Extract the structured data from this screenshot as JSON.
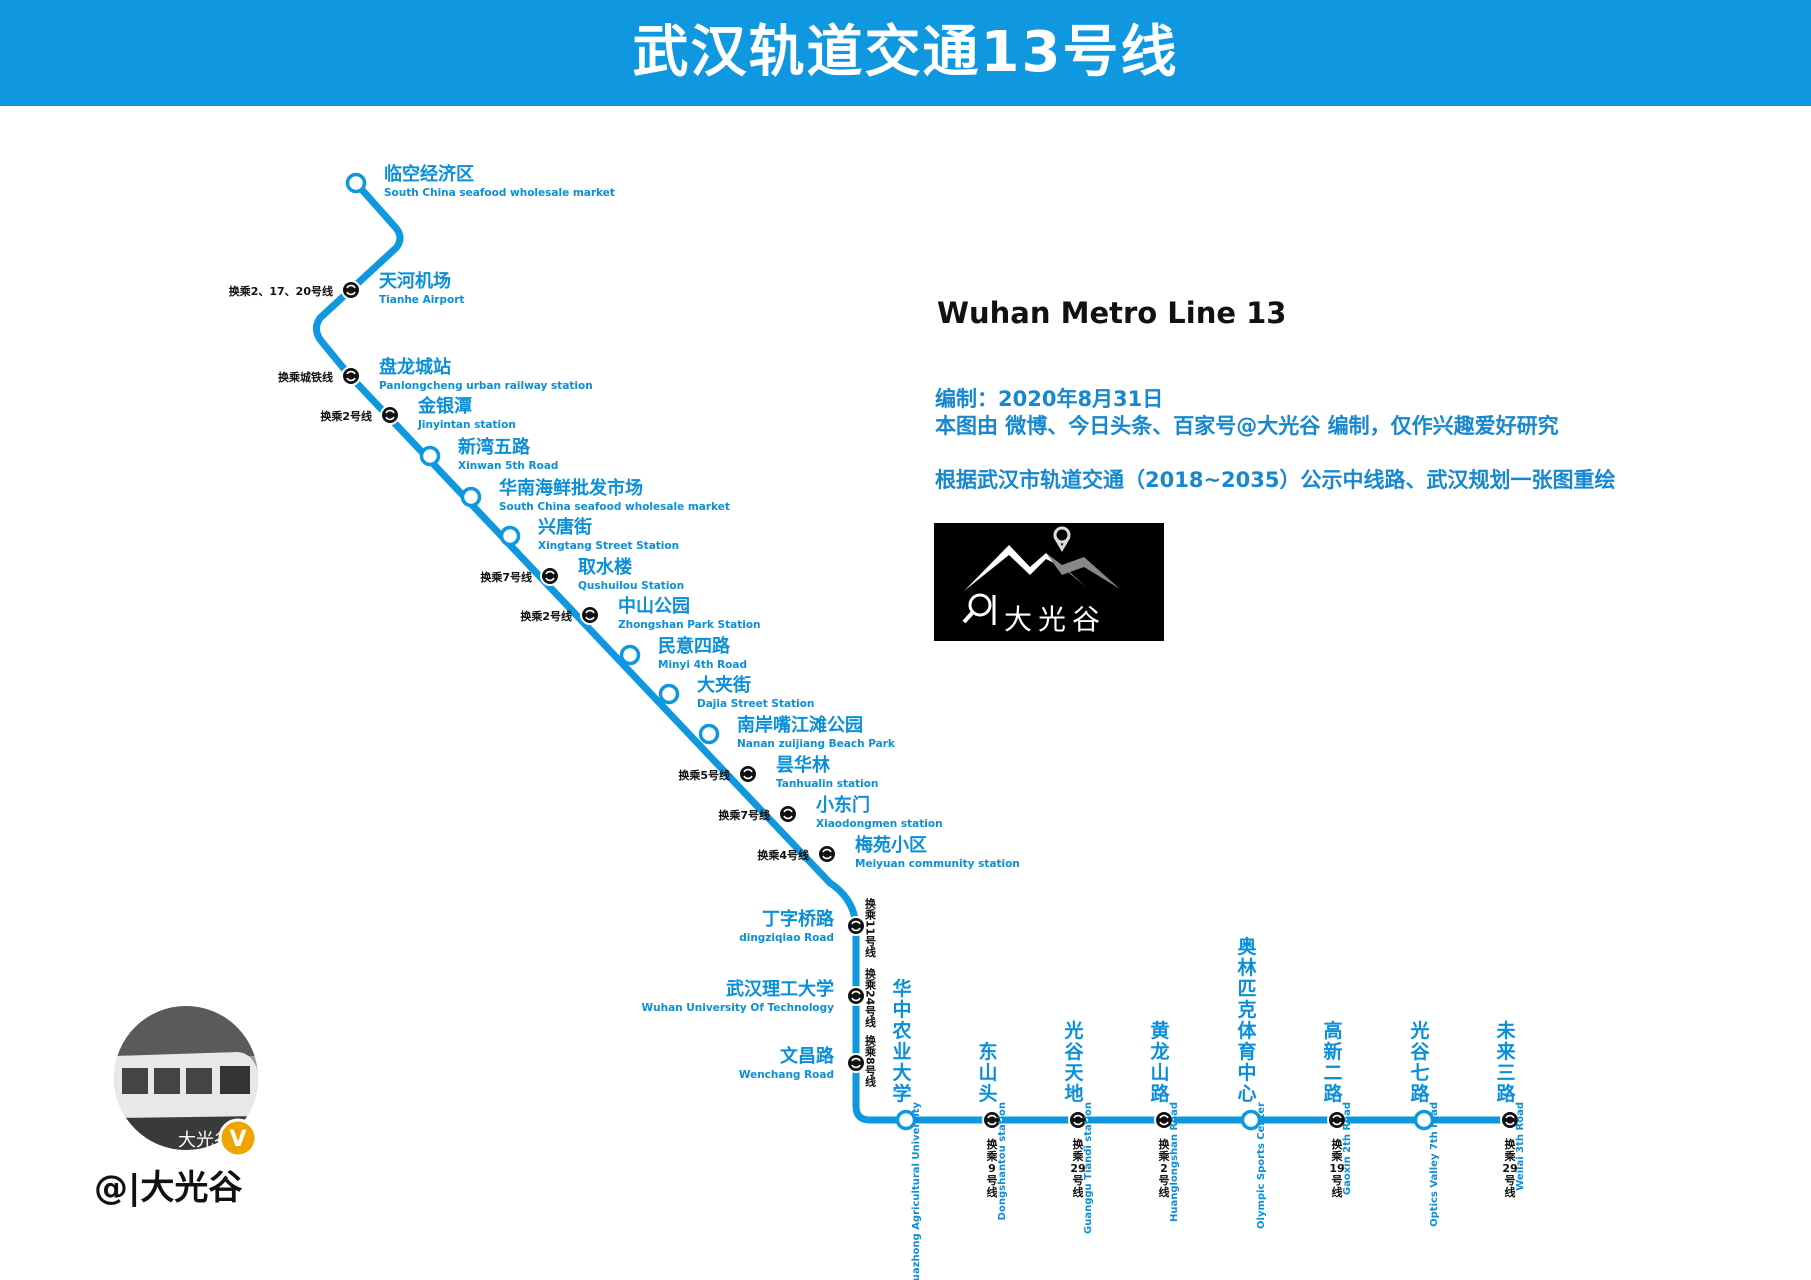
{
  "title": "武汉轨道交通13号线",
  "colors": {
    "accent": "#0f97df",
    "line": "#0f97df",
    "text_blue": "#0a8fd8"
  },
  "info": {
    "heading": "Wuhan Metro Line 13",
    "line1": "编制：2020年8月31日",
    "line2": "本图由 微博、今日头条、百家号@大光谷 编制，仅作兴趣爱好研究",
    "line3": "根据武汉市轨道交通（2018~2035）公示中线路、武汉规划一张图重绘"
  },
  "logo": {
    "text": "大光谷",
    "icon": "search-icon"
  },
  "avatar": {
    "handle": "@|大光谷",
    "badge": "V",
    "caption": "大光谷"
  },
  "stations_diag": [
    {
      "zh": "临空经济区",
      "en": "South China seafood wholesale market",
      "transfer": ""
    },
    {
      "zh": "天河机场",
      "en": "Tianhe Airport",
      "transfer": "换乘2、17、20号线"
    },
    {
      "zh": "盘龙城站",
      "en": "Panlongcheng urban railway station",
      "transfer": "换乘城铁线"
    },
    {
      "zh": "金银潭",
      "en": "Jinyintan station",
      "transfer": "换乘2号线"
    },
    {
      "zh": "新湾五路",
      "en": "Xinwan 5th Road",
      "transfer": ""
    },
    {
      "zh": "华南海鲜批发市场",
      "en": "South China seafood wholesale market",
      "transfer": ""
    },
    {
      "zh": "兴唐街",
      "en": "Xingtang Street Station",
      "transfer": ""
    },
    {
      "zh": "取水楼",
      "en": "Qushuilou Station",
      "transfer": "换乘7号线"
    },
    {
      "zh": "中山公园",
      "en": "Zhongshan Park Station",
      "transfer": "换乘2号线"
    },
    {
      "zh": "民意四路",
      "en": "Minyi 4th Road",
      "transfer": ""
    },
    {
      "zh": "大夹街",
      "en": "Dajia Street Station",
      "transfer": ""
    },
    {
      "zh": "南岸嘴江滩公园",
      "en": "Nanan zuijiang Beach Park",
      "transfer": ""
    },
    {
      "zh": "昙华林",
      "en": "Tanhualin station",
      "transfer": "换乘5号线"
    },
    {
      "zh": "小东门",
      "en": "Xiaodongmen station",
      "transfer": "换乘7号线"
    },
    {
      "zh": "梅苑小区",
      "en": "Meiyuan community station",
      "transfer": "换乘4号线"
    }
  ],
  "stations_vert": [
    {
      "zh": "丁字桥路",
      "en": "dingziqiao Road",
      "transfer": "换乘11号线"
    },
    {
      "zh": "武汉理工大学",
      "en": "Wuhan University Of Technology",
      "transfer": "换乘24号线"
    },
    {
      "zh": "文昌路",
      "en": "Wenchang Road",
      "transfer": "换乘8号线"
    }
  ],
  "stations_horiz": [
    {
      "zh": "华中农业大学",
      "en": "Huazhong Agricultural University",
      "transfer": ""
    },
    {
      "zh": "东山头",
      "en": "Dongshantou station",
      "transfer": "换乘9号线"
    },
    {
      "zh": "光谷天地",
      "en": "Guanggu Tiandi station",
      "transfer": "换乘29号线"
    },
    {
      "zh": "黄龙山路",
      "en": "Huanglongshan Road",
      "transfer": "换乘2号线"
    },
    {
      "zh": "奥林匹克体育中心",
      "en": "Olympic Sports Center",
      "transfer": ""
    },
    {
      "zh": "高新二路",
      "en": "Gaoxin 2th Road",
      "transfer": "换乘19号线"
    },
    {
      "zh": "光谷七路",
      "en": "Optics Valley 7th road",
      "transfer": ""
    },
    {
      "zh": "未来三路",
      "en": "Weilai 3th Road",
      "transfer": "换乘29号线"
    }
  ]
}
